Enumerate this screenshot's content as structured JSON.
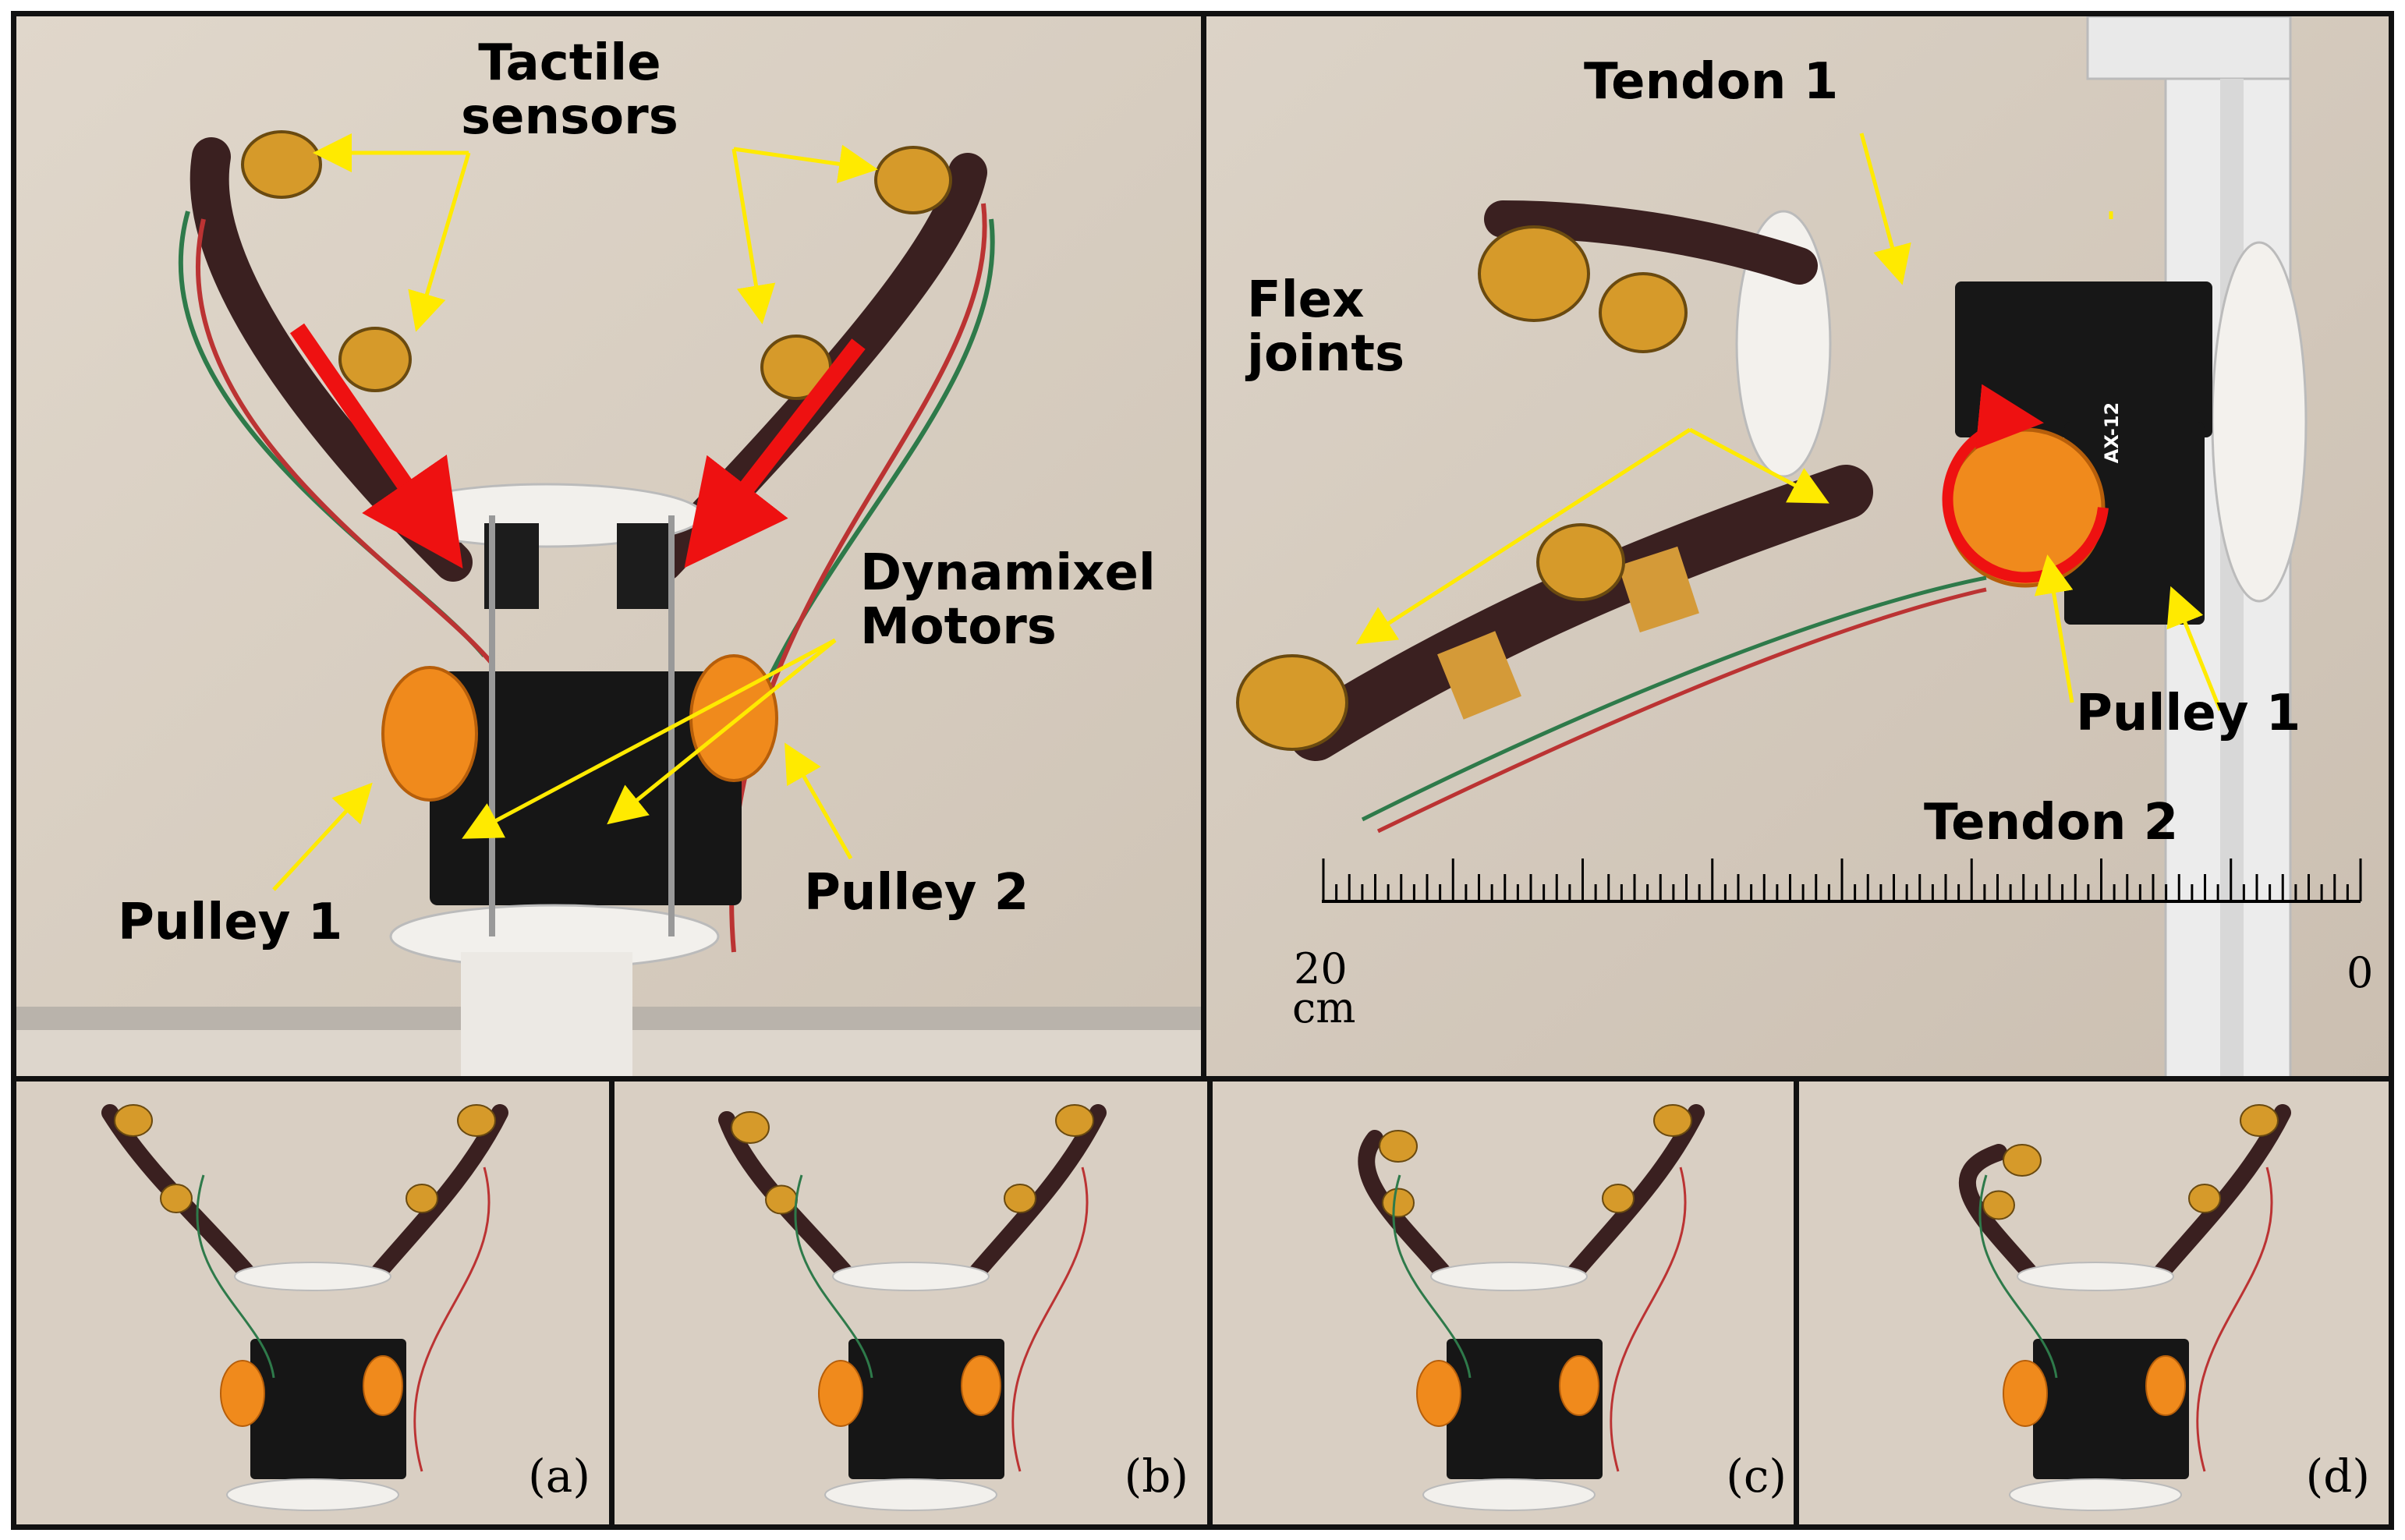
{
  "panel_a_main": {
    "labels": {
      "tactile_sensors": "Tactile\nsensors",
      "dynamixel_motors": "Dynamixel\nMotors",
      "pulley_1": "Pulley 1",
      "pulley_2": "Pulley 2"
    }
  },
  "panel_b_main": {
    "labels": {
      "tendon_1": "Tendon 1",
      "flex_joints": "Flex\njoints",
      "pulley_1": "Pulley 1",
      "tendon_2": "Tendon 2"
    },
    "ruler": {
      "left_value": "20",
      "left_unit": "cm",
      "right_value": "0"
    },
    "motor_label": "AX-12"
  },
  "sequence": [
    {
      "letter": "(a)"
    },
    {
      "letter": "(b)"
    },
    {
      "letter": "(c)"
    },
    {
      "letter": "(d)"
    }
  ],
  "colors": {
    "annotation_arrow": "#ffea00",
    "force_arrow": "#ee1111",
    "pulley": "#f08a1c",
    "background": "#d9cfc3"
  }
}
